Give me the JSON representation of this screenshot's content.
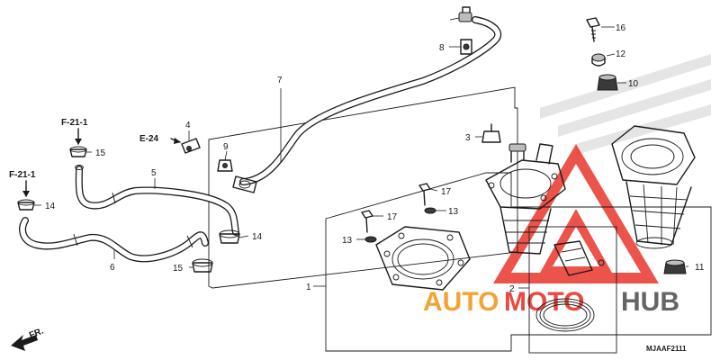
{
  "diagram_code": "MJAAF2111",
  "direction_label": "FR.",
  "watermark": {
    "word_1": "AUTO",
    "word_2": "MOTO",
    "word_3": "HUB",
    "color_red": "#e8362c",
    "color_orange": "#f29a1d",
    "color_gray": "#555555"
  },
  "callouts": {
    "p1": "1",
    "p2": "2",
    "p3": "3",
    "p4": "4",
    "p5": "5",
    "p6": "6",
    "p7": "7",
    "p8": "8",
    "p9": "9",
    "p10": "10",
    "p11": "11",
    "p12": "12",
    "p13a": "13",
    "p13b": "13",
    "p14a": "14",
    "p14b": "14",
    "p15a": "15",
    "p15b": "15",
    "p16": "16",
    "p17a": "17",
    "p17b": "17"
  },
  "references": {
    "f21_top": "F-21-1",
    "f21_bottom": "F-21-1",
    "e24": "E-24"
  }
}
